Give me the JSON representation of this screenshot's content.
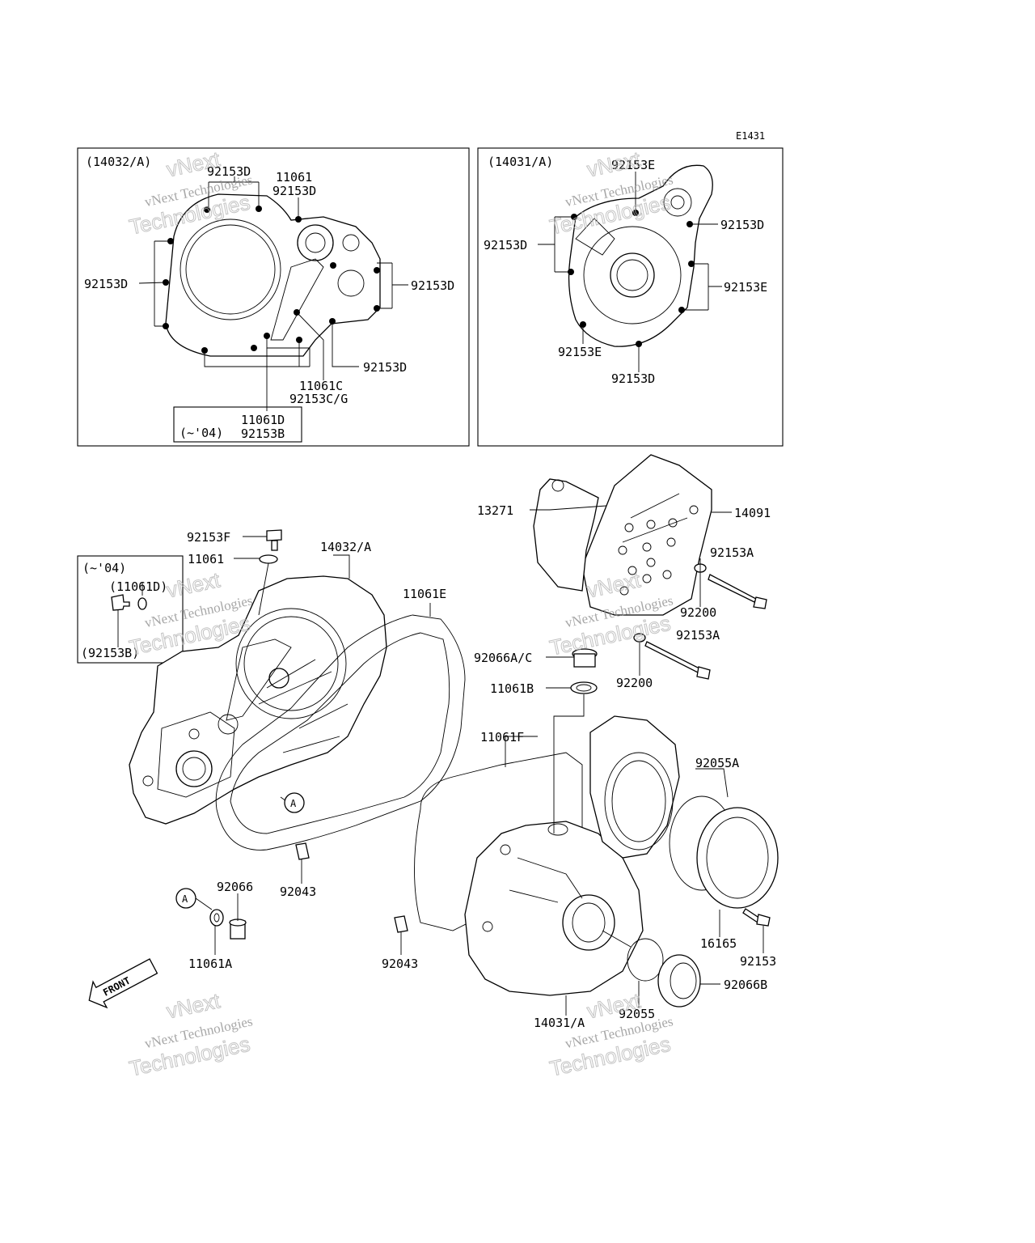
{
  "figure_code": "E1431",
  "inset_left": {
    "title": "(14032/A)",
    "labels": {
      "top_a": "92153D",
      "top_b1": "11061",
      "top_b2": "92153D",
      "left": "92153D",
      "right": "92153D",
      "lower_right": "92153D",
      "bottom_1": "11061C",
      "bottom_2": "92153C/G"
    },
    "sub_box": {
      "year": "(~'04)",
      "line1": "11061D",
      "line2": "92153B"
    }
  },
  "inset_right": {
    "title": "(14031/A)",
    "labels": {
      "top": "92153E",
      "upper_right": "92153D",
      "left": "92153D",
      "right": "92153E",
      "lower_left": "92153E",
      "bottom": "92153D"
    }
  },
  "main": {
    "year_box": {
      "year": "(~'04)",
      "part1": "(11061D)",
      "part2": "(92153B)"
    },
    "labels": {
      "l_92153F": "92153F",
      "l_11061": "11061",
      "l_14032A": "14032/A",
      "l_11061E": "11061E",
      "l_13271": "13271",
      "l_14091": "14091",
      "l_92153A_1": "92153A",
      "l_92200_1": "92200",
      "l_92153A_2": "92153A",
      "l_92200_2": "92200",
      "l_92066AC": "92066A/C",
      "l_11061B": "11061B",
      "l_11061F": "11061F",
      "l_92055A": "92055A",
      "l_92043_1": "92043",
      "l_92066": "92066",
      "l_11061A": "11061A",
      "l_92043_2": "92043",
      "l_16165": "16165",
      "l_92153": "92153",
      "l_92066B": "92066B",
      "l_92055": "92055",
      "l_14031A": "14031/A",
      "ref_a1": "A",
      "ref_a2": "A"
    },
    "front_arrow": "FRONT"
  },
  "watermark": {
    "line1": "vNext",
    "line2": "vNext Technologies",
    "line3": "Technologies"
  }
}
